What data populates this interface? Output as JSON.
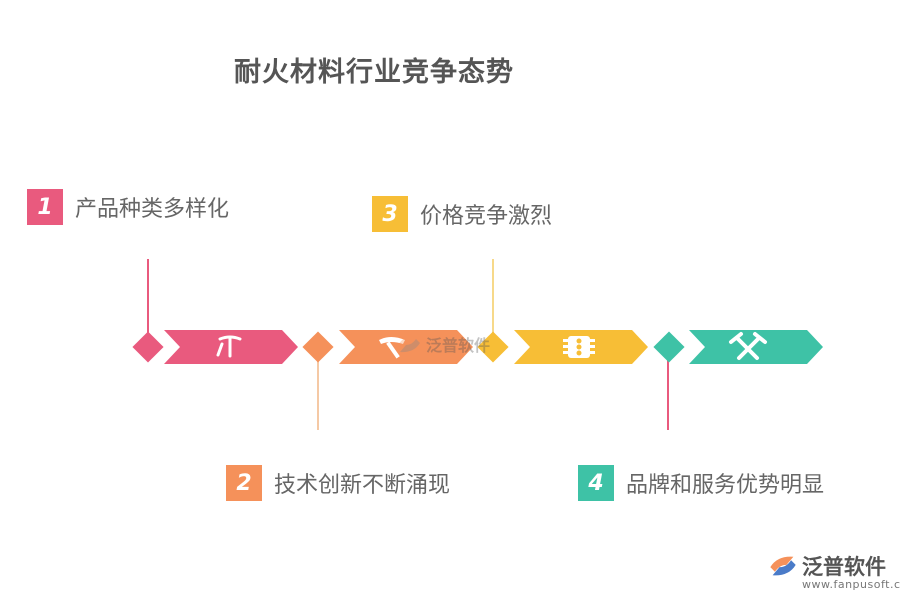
{
  "title": "耐火材料行业竞争态势",
  "colors": {
    "pink": "#E95A7E",
    "orange": "#F5915A",
    "yellow": "#F7BE36",
    "teal": "#3EC2A6",
    "title_text": "#555555",
    "label_text": "#666666"
  },
  "items": [
    {
      "number": "1",
      "label": "产品种类多样化",
      "icon": "pickaxe-icon"
    },
    {
      "number": "2",
      "label": "技术创新不断涌现",
      "icon": "hammer-icon"
    },
    {
      "number": "3",
      "label": "价格竞争激烈",
      "icon": "traffic-light-icon"
    },
    {
      "number": "4",
      "label": "品牌和服务优势明显",
      "icon": "crossed-hammers-icon"
    }
  ],
  "watermark": {
    "text": "泛普软件",
    "icon": "fanpu-logo-icon"
  },
  "logo": {
    "name": "泛普软件",
    "url": "www.fanpusoft.com",
    "icon": "fanpu-logo-icon"
  }
}
